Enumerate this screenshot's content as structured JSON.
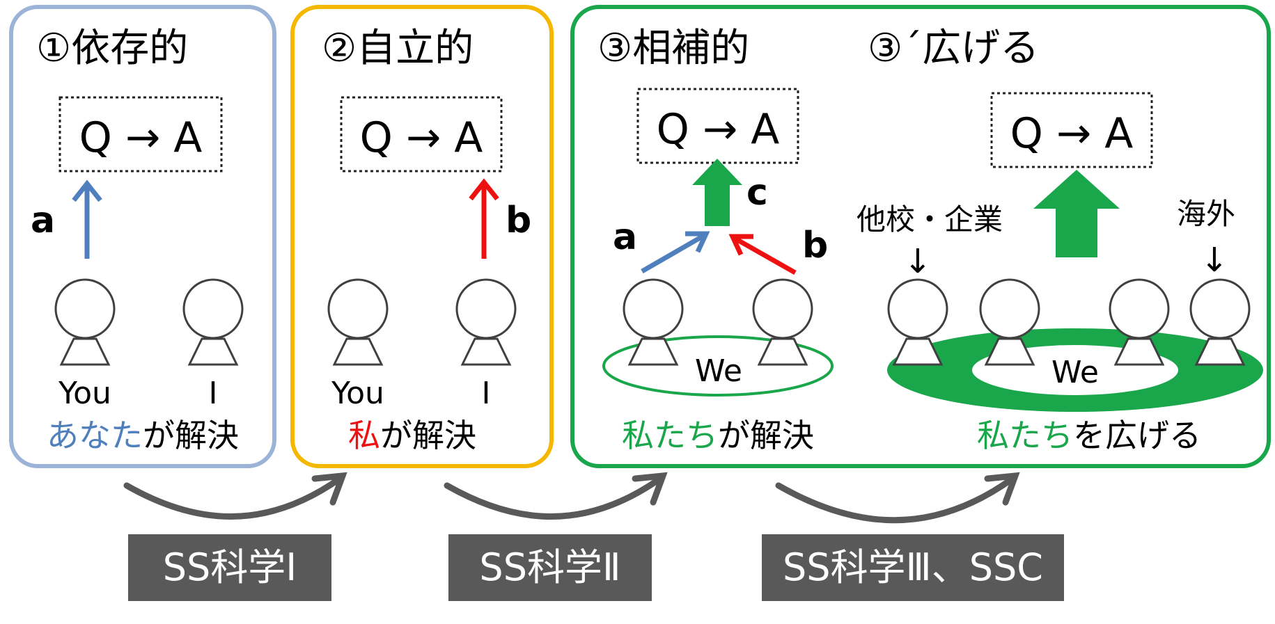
{
  "colors": {
    "panel1": "#9bb3d6",
    "panel2": "#f5b800",
    "panel3": "#1aa64b",
    "blue": "#4f7fbd",
    "red": "#ee1111",
    "green": "#1aa64b",
    "curve": "#595959",
    "label_bg": "#595959"
  },
  "panel1": {
    "title": "①依存的",
    "qa": "Q → A",
    "arrow_label": "a",
    "person_left": "You",
    "person_right": "I",
    "caption_highlight": "あなた",
    "caption_rest": "が解決"
  },
  "panel2": {
    "title": "②自立的",
    "qa": "Q → A",
    "arrow_label": "b",
    "person_left": "You",
    "person_right": "I",
    "caption_highlight": "私",
    "caption_rest": "が解決"
  },
  "panel3": {
    "title": "③相補的",
    "qa": "Q → A",
    "label_a": "a",
    "label_b": "b",
    "label_c": "c",
    "we": "We",
    "caption_highlight": "私たち",
    "caption_rest": "が解決"
  },
  "panel3b": {
    "title": "③´広げる",
    "qa": "Q → A",
    "left_label": "他校・企業",
    "right_label": "海外",
    "down_arrow": "↓",
    "we": "We",
    "caption_highlight": "私たち",
    "caption_rest": "を広げる"
  },
  "stages": [
    {
      "label": "SS科学Ⅰ"
    },
    {
      "label": "SS科学Ⅱ"
    },
    {
      "label": "SS科学Ⅲ、SSC"
    }
  ]
}
